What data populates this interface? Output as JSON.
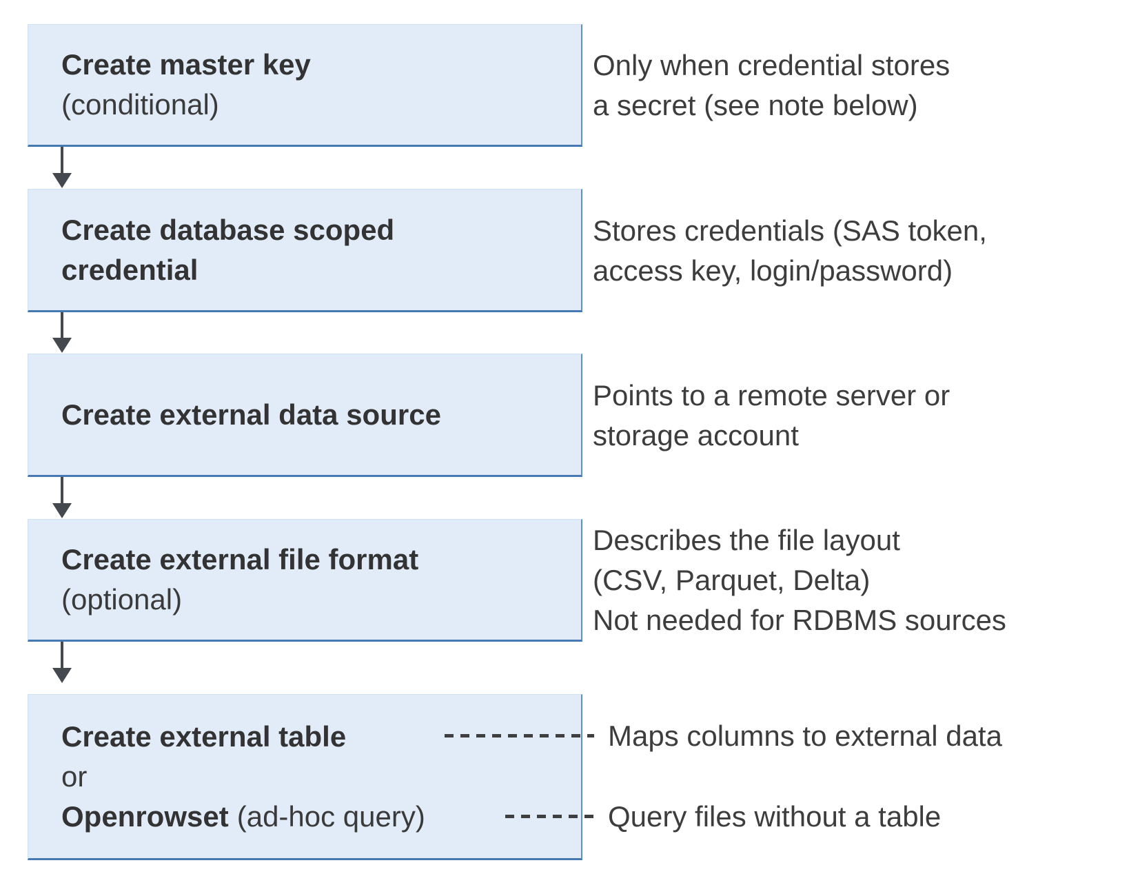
{
  "colors": {
    "box_fill": "#e2ecf9",
    "box_border_blue": "#4678b2",
    "arrow_gray": "#44494f",
    "title_text": "#333333",
    "note_text": "#3d3d3d"
  },
  "boxes": [
    {
      "title_lines": [
        "Create master key"
      ],
      "subtitle": "(conditional)",
      "note_lines": [
        "Only when credential stores",
        "a secret (see note below)"
      ]
    },
    {
      "title_lines": [
        "Create database scoped",
        "credential"
      ],
      "note_lines": [
        "Stores credentials (SAS token,",
        "access key, login/password)"
      ]
    },
    {
      "title_lines": [
        "Create external data source"
      ],
      "note_lines": [
        "Points to a remote server or",
        "storage account"
      ]
    },
    {
      "title_lines": [
        "Create external file format"
      ],
      "subtitle": "(optional)",
      "note_lines": [
        "Describes the file layout",
        "(CSV, Parquet, Delta)",
        "Not needed for RDBMS sources"
      ]
    },
    {
      "line1_bold": "Create external table",
      "line2": "or",
      "line3_bold": "Openrowset",
      "line3_rest": "(ad-hoc query)",
      "note_line1": "Maps columns to external data",
      "note_line2": "Query files without a table"
    }
  ]
}
